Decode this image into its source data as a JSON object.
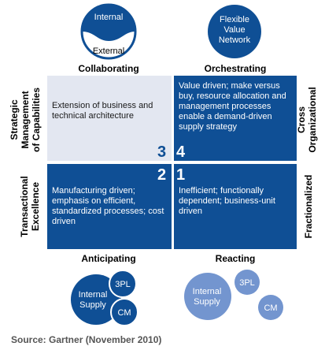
{
  "colors": {
    "dark_blue": "#0f4f95",
    "light_blue": "#7395cf",
    "pale_quadrant": "#e3e7f1"
  },
  "top_icons": {
    "collaborating": {
      "top_label": "Internal",
      "bottom_label": "External",
      "icon": "yin-yang-circle-icon"
    },
    "orchestrating": {
      "label_lines": [
        "Flexible",
        "Value",
        "Network"
      ],
      "icon": "solid-circle-icon"
    }
  },
  "column_headers": {
    "top_left": "Collaborating",
    "top_right": "Orchestrating",
    "bottom_left": "Anticipating",
    "bottom_right": "Reacting"
  },
  "row_headers": {
    "left_top_lines": [
      "Strategic",
      "Management",
      "of Capabilities"
    ],
    "left_bottom_lines": [
      "Transactional",
      "Excellence"
    ],
    "right_top_lines": [
      "Cross",
      "Organizational"
    ],
    "right_bottom_lines": [
      "Fractionalized"
    ]
  },
  "quadrants": {
    "q3": {
      "number": "3",
      "text": "Extension of business and technical architecture"
    },
    "q4": {
      "number": "4",
      "text": "Value driven; make versus buy, resource allocation and management processes enable a demand-driven supply strategy"
    },
    "q2": {
      "number": "2",
      "text": "Manufacturing driven; emphasis on efficient, standardized processes; cost driven"
    },
    "q1": {
      "number": "1",
      "text": "Inefficient; functionally dependent; business-unit driven"
    }
  },
  "bottom_icons": {
    "anticipating": {
      "main_lines": [
        "Internal",
        "Supply"
      ],
      "small_top": "3PL",
      "small_bottom": "CM"
    },
    "reacting": {
      "main_lines": [
        "Internal",
        "Supply"
      ],
      "small_top": "3PL",
      "small_bottom": "CM"
    }
  },
  "source": "Source: Gartner (November 2010)"
}
